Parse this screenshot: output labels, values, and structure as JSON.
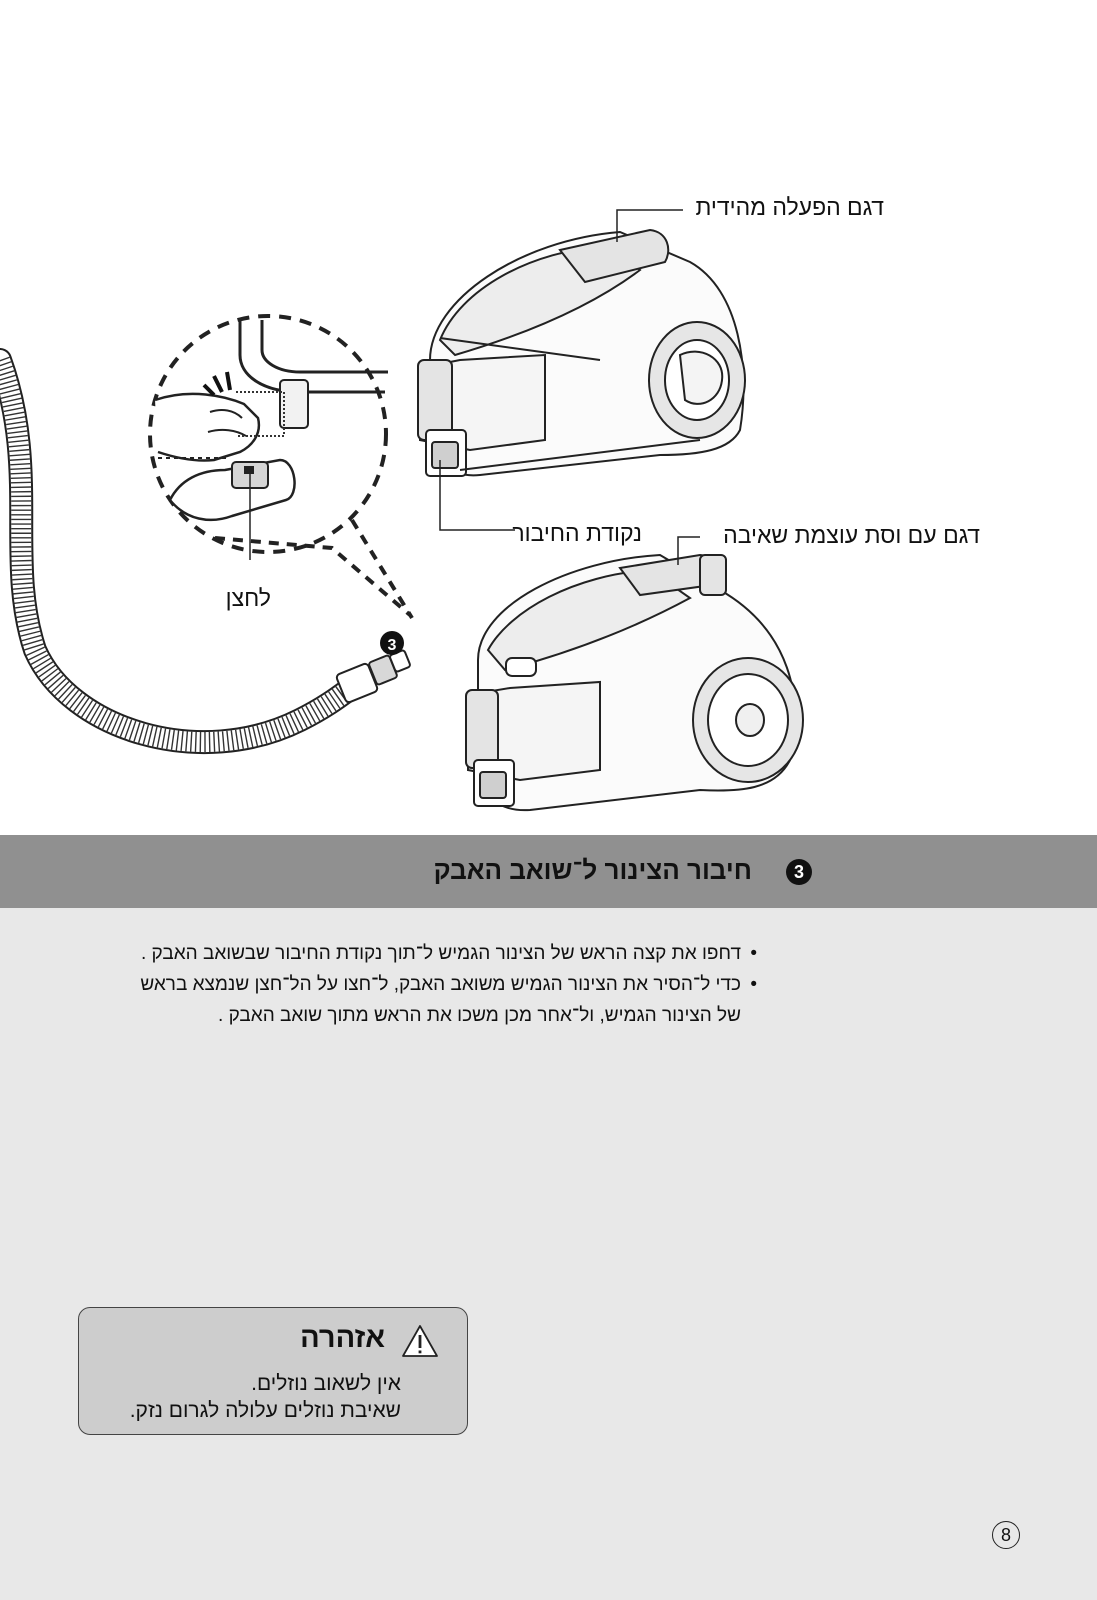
{
  "callouts": {
    "handle_model": "דגם הפעלה מהידית",
    "connection_point": "נקודת החיבור",
    "suction_model": "דגם עם וסת עוצמת שאיבה",
    "push_label": "לחצן",
    "step_marker": "3"
  },
  "section": {
    "step": "3",
    "title": "חיבור הצינור ל־שואב האבק"
  },
  "instructions": {
    "bullet": "•",
    "items": [
      "דחפו את קצה הראש של הצינור הגמיש ל־תוך נקודת החיבור שבשואב האבק .",
      "כדי ל־הסיר את הצינור הגמיש משואב האבק, ל־חצו על הל־חצן שנמצא בראש של הצינור הגמיש, ול־אחר מכן משכו את הראש מתוך שואב האבק ."
    ]
  },
  "warning": {
    "icon": "warning-triangle-icon",
    "title": "אזהרה",
    "line1": "אין לשאוב נוזלים.",
    "line2": "שאיבת נוזלים עלולה לגרום נזק."
  },
  "page_number": "8",
  "colors": {
    "band": "#909090",
    "content_bg": "#e8e8e8",
    "warning_bg": "#cdcdcd",
    "line_art": "#222222"
  }
}
